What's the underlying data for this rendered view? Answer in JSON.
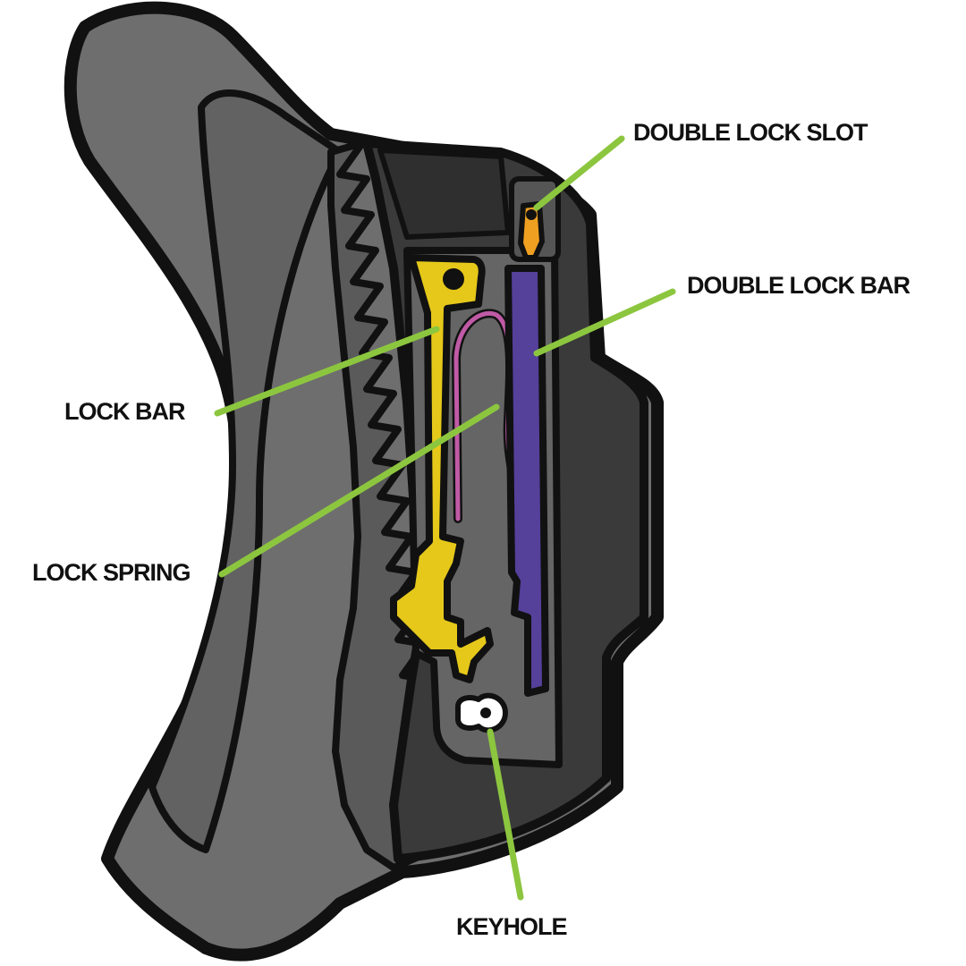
{
  "labels": {
    "double_lock_slot": "DOUBLE LOCK SLOT",
    "double_lock_bar": "DOUBLE LOCK BAR",
    "lock_bar": "LOCK BAR",
    "lock_spring": "LOCK SPRING",
    "keyhole": "KEYHOLE"
  },
  "colors": {
    "outline": "#111111",
    "arm_body": "#6e6e6e",
    "housing": "#3a3a3a",
    "inner_plate": "#656565",
    "lock_bar": "#e6c81a",
    "double_lock_bar": "#55409a",
    "lock_spring": "#c05aa6",
    "double_lock_slot": "#f0a020",
    "leader_line": "#8cc63f",
    "keyhole": "#ffffff"
  }
}
